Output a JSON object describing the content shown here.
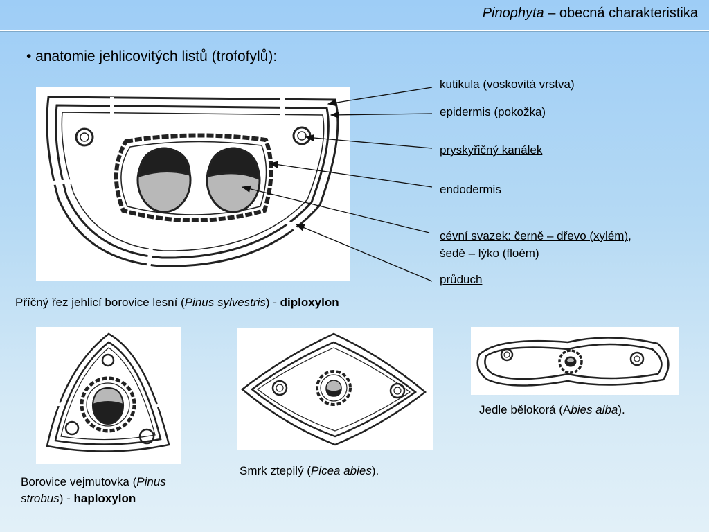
{
  "header": {
    "title_italic": "Pinophyta",
    "title_rest": " – obecná charakteristika"
  },
  "bullet": "• anatomie jehlicovitých listů (trofofylů):",
  "labels": {
    "cuticle": "kutikula (voskovitá vrstva)",
    "epidermis": "epidermis (pokožka)",
    "resin_canal": "pryskyřičný kanálek",
    "endodermis": "endodermis",
    "vascular_line1": "cévní svazek: černě – dřevo (xylém),",
    "vascular_line2": "šedě – lýko (floém)",
    "stoma": "průduch"
  },
  "captions": {
    "main": {
      "pre": "Příčný řez jehlicí borovice lesní (",
      "italic": "Pinus sylvestris",
      "post": ") - ",
      "bold": "diploxylon"
    },
    "strobus": {
      "pre": "Borovice vejmutovka (",
      "italic1": "Pinus",
      "italic2": "strobus",
      "post": ") - ",
      "bold": "haploxylon"
    },
    "picea": {
      "pre": "Smrk ztepilý (",
      "italic": "Picea abies",
      "post": ")."
    },
    "abies": {
      "pre": "Jedle bělokorá (A",
      "italic": "bies alba",
      "post": ")."
    }
  },
  "colors": {
    "xylem": "#1f1f1f",
    "phloem": "#b8b8b8",
    "line": "#222222"
  }
}
